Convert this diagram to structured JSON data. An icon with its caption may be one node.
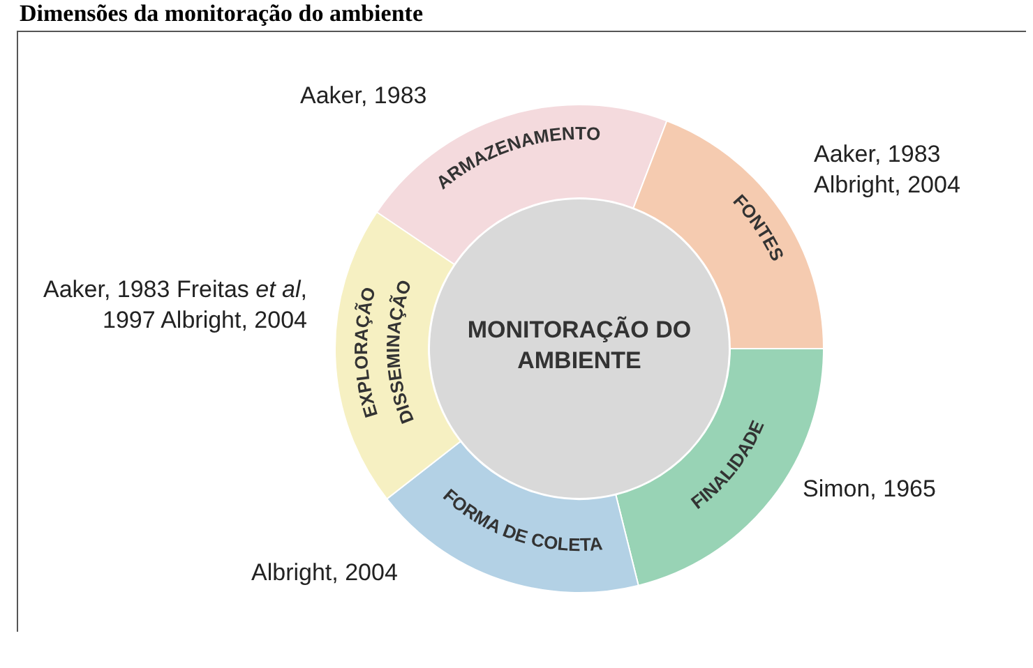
{
  "diagram": {
    "title": "Dimensões da monitoração do ambiente",
    "nodes": [
      {
        "text": [
          "MONITORAÇÃO DO AMBIENTE"
        ]
      },
      {
        "text": [
          "ARMAZENAMENTO"
        ],
        "beside": [
          "Aaker, 1983"
        ]
      },
      {
        "text": [
          "FONTES"
        ],
        "beside": [
          "Aaker, 1983 Albright, 2004"
        ]
      },
      {
        "text": [
          "FINALIDADE"
        ],
        "beside": [
          "Simon, 1965"
        ]
      },
      {
        "text": [
          "FORMA DE COLETA"
        ],
        "beside": [
          "Albright, 2004"
        ]
      },
      {
        "text": [
          "EXPLORAÇÃO",
          "DISSEMINAÇÃO"
        ],
        "beside": [
          "Aaker, 1983 Freitas *et al*, 1997 Albright, 2004"
        ]
      }
    ]
  }
}
